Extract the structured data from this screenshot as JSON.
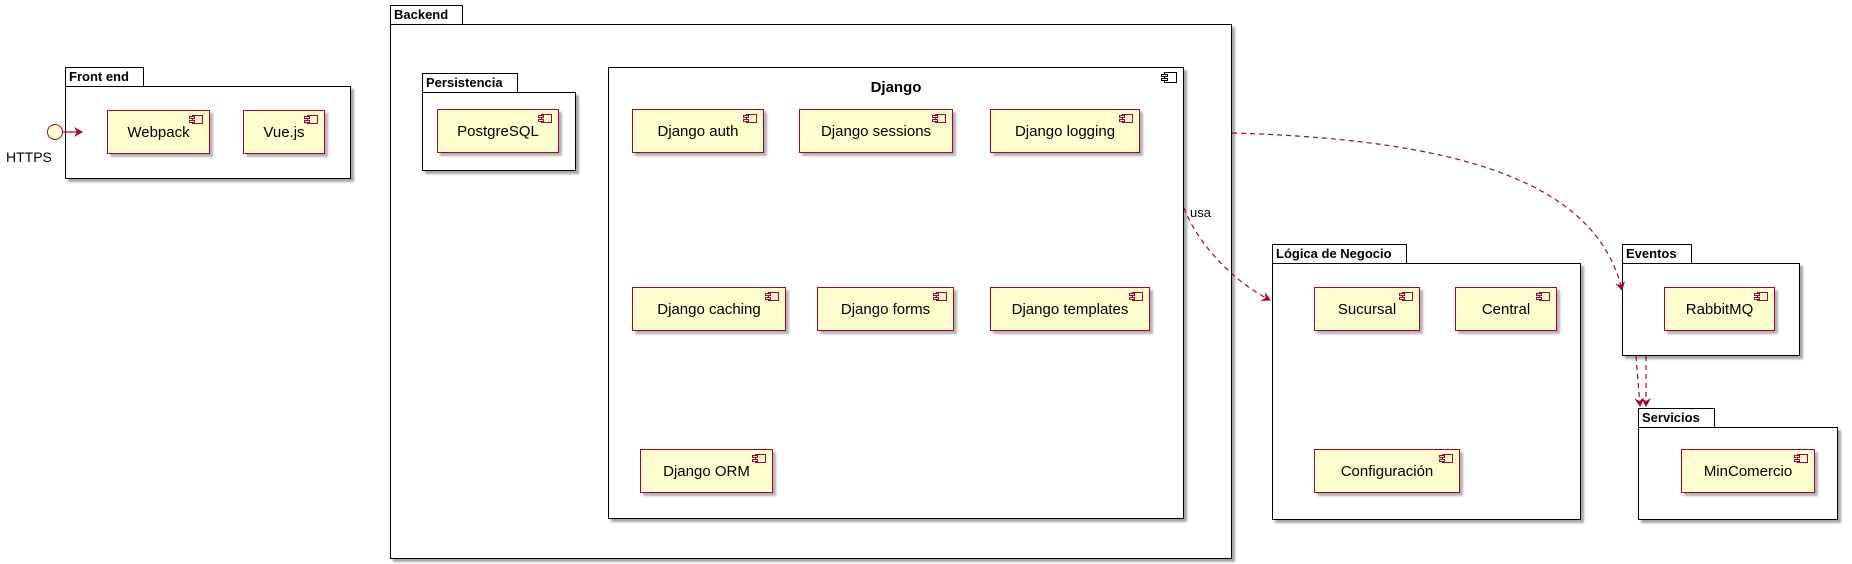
{
  "interface": {
    "label": "HTTPS"
  },
  "packages": {
    "frontend": {
      "title": "Front end",
      "components": [
        "Webpack",
        "Vue.js"
      ]
    },
    "backend": {
      "title": "Backend"
    },
    "persistencia": {
      "title": "Persistencia",
      "components": [
        "PostgreSQL"
      ]
    },
    "django": {
      "title": "Django",
      "components": [
        "Django auth",
        "Django sessions",
        "Django logging",
        "Django caching",
        "Django forms",
        "Django templates",
        "Django ORM"
      ]
    },
    "logica": {
      "title": "Lógica de Negocio",
      "components": [
        "Sucursal",
        "Central",
        "Configuración"
      ]
    },
    "eventos": {
      "title": "Eventos",
      "components": [
        "RabbitMQ"
      ]
    },
    "servicios": {
      "title": "Servicios",
      "components": [
        "MinComercio"
      ]
    }
  },
  "relations": [
    {
      "from": "HTTPS",
      "to": "Front end",
      "label": ""
    },
    {
      "from": "Django",
      "to": "Lógica de Negocio",
      "label": "usa"
    },
    {
      "from": "Backend",
      "to": "Eventos",
      "label": ""
    },
    {
      "from": "Eventos",
      "to": "Servicios",
      "label": ""
    }
  ],
  "colors": {
    "component_fill": "#FEFECE",
    "component_border": "#A80036",
    "arrow": "#A80036",
    "package_border": "#000000"
  }
}
